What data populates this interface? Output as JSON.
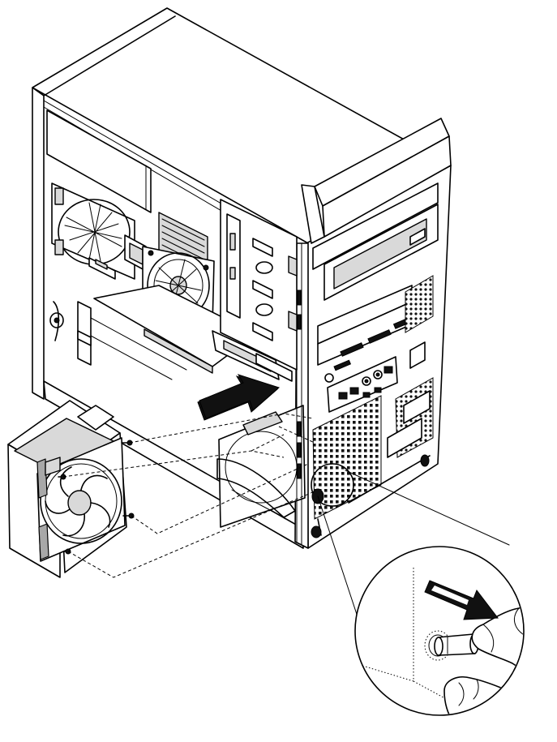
{
  "diagram": {
    "parts": [
      {
        "id": "computer-chassis",
        "icon": "chassis-icon"
      },
      {
        "id": "front-fan-assembly",
        "icon": "fan-icon"
      },
      {
        "id": "removal-direction-arrow",
        "icon": "arrow-icon"
      },
      {
        "id": "rubber-mount-detail",
        "icon": "magnify-icon"
      }
    ],
    "colors": {
      "line": "#000000",
      "background": "#ffffff",
      "shade": "#d9d9d9",
      "dark": "#111111"
    }
  }
}
